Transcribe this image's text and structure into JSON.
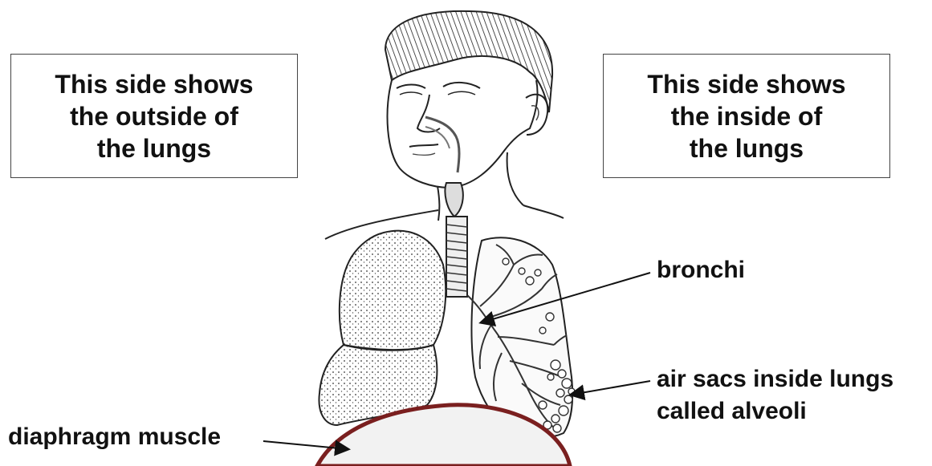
{
  "boxes": {
    "outside": {
      "lines": [
        "This side shows",
        "the outside of",
        "the lungs"
      ]
    },
    "inside": {
      "lines": [
        "This side shows",
        "the inside of",
        "the lungs"
      ]
    }
  },
  "labels": {
    "bronchi": "bronchi",
    "alveoli_line1": "air sacs inside lungs",
    "alveoli_line2": "called alveoli",
    "diaphragm": "diaphragm muscle"
  },
  "colors": {
    "ink": "#111111",
    "diaphragm": "#7a1f1f",
    "diaphragm_fill": "#f2f2f2"
  }
}
